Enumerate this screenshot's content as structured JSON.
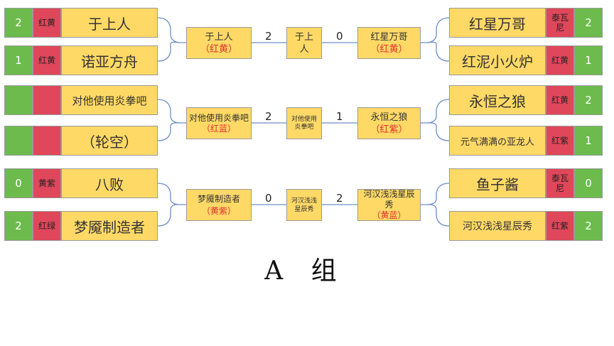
{
  "group_title": "A 组",
  "left_players": [
    {
      "score": "2",
      "tag": "红黄",
      "name": "于上人"
    },
    {
      "score": "1",
      "tag": "红黄",
      "name": "诺亚方舟"
    },
    {
      "score": "",
      "tag": "",
      "name": "对他使用炎拳吧"
    },
    {
      "score": "",
      "tag": "",
      "name": "（轮空）"
    },
    {
      "score": "0",
      "tag": "黄紫",
      "name": "八败"
    },
    {
      "score": "2",
      "tag": "红绿",
      "name": "梦魇制造者"
    }
  ],
  "right_players": [
    {
      "score": "2",
      "tag": "泰瓦尼",
      "name": "红星万哥"
    },
    {
      "score": "1",
      "tag": "红黄",
      "name": "红泥小火炉"
    },
    {
      "score": "2",
      "tag": "红黄",
      "name": "永恒之狼"
    },
    {
      "score": "1",
      "tag": "红紫",
      "name": "元气满满の亚龙人"
    },
    {
      "score": "0",
      "tag": "泰瓦尼",
      "name": "鱼子酱"
    },
    {
      "score": "2",
      "tag": "红紫",
      "name": "河汉浅浅星辰秀"
    }
  ],
  "matches": [
    {
      "left_name": "于上人",
      "left_colors": "（红黄）",
      "left_score": "2",
      "winner": "于上人",
      "right_score": "0",
      "right_name": "红星万哥",
      "right_colors": "（红黄）"
    },
    {
      "left_name": "对他使用炎拳吧",
      "left_colors": "（红蓝）",
      "left_score": "2",
      "winner": "对他使用炎拳吧",
      "right_score": "1",
      "right_name": "永恒之狼",
      "right_colors": "（红紫）"
    },
    {
      "left_name": "梦魇制造者",
      "left_colors": "（黄紫）",
      "left_score": "0",
      "winner": "河汉浅浅星辰秀",
      "right_score": "2",
      "right_name": "河汉浅浅星辰秀",
      "right_colors": "（黄蓝）"
    }
  ]
}
